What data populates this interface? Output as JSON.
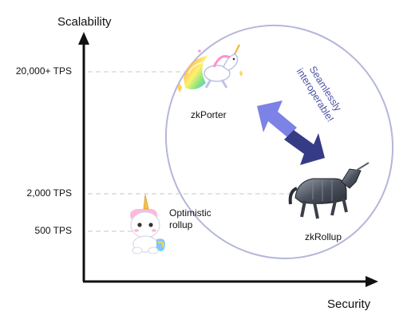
{
  "axes": {
    "y_title": "Scalability",
    "x_title": "Security",
    "ticks": [
      "20,000+ TPS",
      "2,000 TPS",
      "500 TPS"
    ]
  },
  "nodes": {
    "zkporter": "zkPorter",
    "zkrollup": "zkRollup",
    "optimistic_line1": "Optimistic",
    "optimistic_line2": "rollup"
  },
  "annotation": {
    "line1": "Seamlessly",
    "line2": "interoperable!"
  },
  "colors": {
    "axis": "#111111",
    "ellipse": "#b4b6da",
    "arrow_light": "#7d82e6",
    "arrow_dark": "#363b86",
    "annotation_text": "#4a4fa3",
    "guide": "#c8c8c8"
  },
  "icons": [
    "flying-rainbow-unicorn-icon",
    "armored-robot-unicorn-icon",
    "cartoon-unicorn-plush-icon"
  ]
}
